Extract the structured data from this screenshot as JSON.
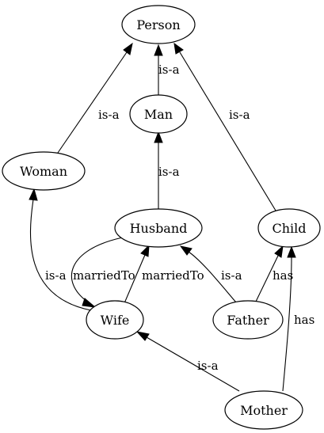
{
  "nodes": {
    "person": "Person",
    "man": "Man",
    "woman": "Woman",
    "husband": "Husband",
    "child": "Child",
    "wife": "Wife",
    "father": "Father",
    "mother": "Mother"
  },
  "edges": {
    "man_person": "is-a",
    "woman_person": "is-a",
    "child_person": "is-a",
    "husband_man": "is-a",
    "wife_woman": "is-a",
    "husband_wife": "marriedTo",
    "wife_husband": "marriedTo",
    "father_husband": "is-a",
    "father_child": "has",
    "mother_child": "has",
    "mother_wife": "is-a"
  },
  "colors": {
    "stroke": "#000000",
    "background": "#ffffff"
  }
}
